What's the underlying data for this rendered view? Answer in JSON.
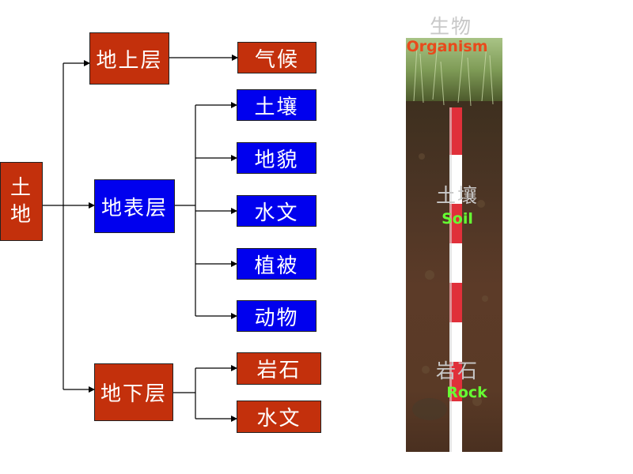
{
  "colors": {
    "red_box": "#c3300c",
    "blue_box": "#0000ee",
    "line": "#000000",
    "cn_label": "#c8c8c8",
    "organism_label": "#e84a1c",
    "soil_rock_label": "#66ff33"
  },
  "tree": {
    "root_line1": "土",
    "root_line2": "地",
    "upper": {
      "label": "地上层",
      "children": [
        "气候"
      ]
    },
    "surface": {
      "label": "地表层",
      "children": [
        "土壤",
        "地貌",
        "水文",
        "植被",
        "动物"
      ]
    },
    "lower": {
      "label": "地下层",
      "children": [
        "岩石",
        "水文"
      ]
    }
  },
  "photo": {
    "organism_cn": "生物",
    "organism_en": "Organism",
    "soil_cn": "土壤",
    "soil_en": "Soil",
    "rock_cn": "岩石",
    "rock_en": "Rock"
  }
}
